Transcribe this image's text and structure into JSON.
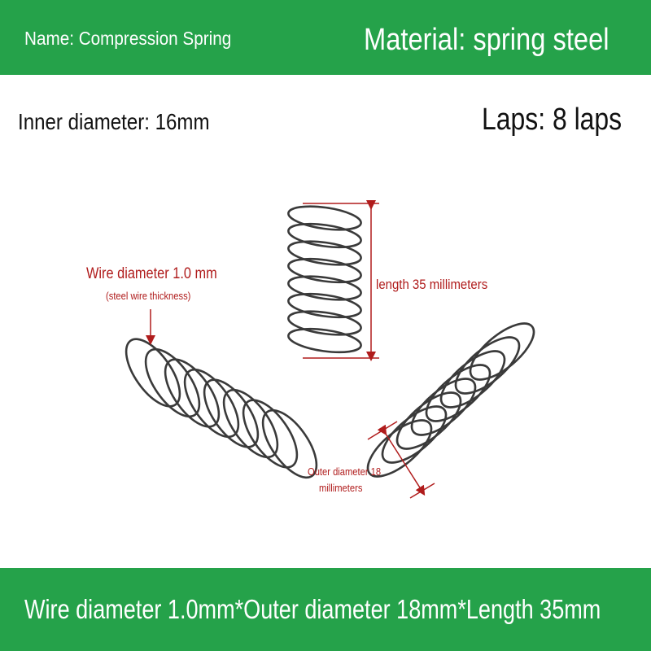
{
  "header": {
    "name_label": "Name: Compression Spring",
    "material_label": "Material: spring steel"
  },
  "specs": {
    "inner_diameter": "Inner diameter: 16mm",
    "laps": "Laps: 8 laps"
  },
  "annotations": {
    "wire_diameter": "Wire diameter 1.0 mm",
    "wire_thickness_note": "(steel wire thickness)",
    "length": "length 35 millimeters",
    "outer_diameter_line1": "Outer diameter 18",
    "outer_diameter_line2": "millimeters"
  },
  "footer": {
    "summary": "Wire diameter 1.0mm*Outer diameter 18mm*Length 35mm"
  },
  "colors": {
    "green": "#25a24a",
    "red": "#b01c1c",
    "wire": "#3a3a3a"
  }
}
